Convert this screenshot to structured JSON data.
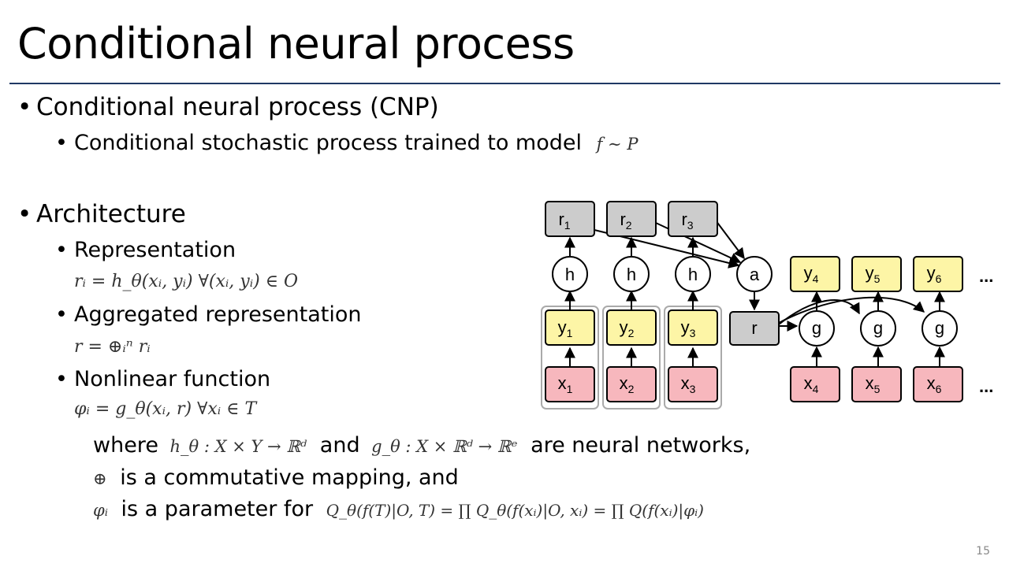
{
  "slide": {
    "title": "Conditional neural process",
    "page_number": "15"
  },
  "bullets": {
    "cnp": "Conditional neural process (CNP)",
    "cnp_sub": "Conditional stochastic process trained to model",
    "cnp_sub_math": "f ∼ P",
    "architecture": "Architecture",
    "representation": "Representation",
    "representation_math": "rᵢ = h_θ(xᵢ, yᵢ)   ∀(xᵢ, yᵢ) ∈ O",
    "aggregated": "Aggregated representation",
    "aggregated_math": "r = ⊕ᵢⁿ rᵢ",
    "nonlinear": "Nonlinear function",
    "nonlinear_math": "φᵢ = g_θ(xᵢ, r)   ∀xᵢ ∈ T"
  },
  "notes": {
    "where": "where",
    "h_def": "h_θ : X × Y → ℝᵈ",
    "and": "and",
    "g_def": "g_θ : X × ℝᵈ → ℝᵉ",
    "are_nn": "are neural networks,",
    "oplus": "⊕",
    "commutative": "is a commutative mapping, and",
    "phi": "φᵢ",
    "param_for": "is a parameter for",
    "q_formula": "Q_θ(f(T)|O, T) = ∏ Q_θ(f(xᵢ)|O, xᵢ) = ∏ Q(f(xᵢ)|φᵢ)"
  },
  "diagram": {
    "colors": {
      "gray": "#cccccc",
      "yellow": "#fdf5a6",
      "pink": "#f7b7bd",
      "group": "#aaaaaa"
    },
    "r_nodes": [
      {
        "base": "r",
        "sub": "1"
      },
      {
        "base": "r",
        "sub": "2"
      },
      {
        "base": "r",
        "sub": "3"
      }
    ],
    "h_label": "h",
    "a_label": "a",
    "r_label": "r",
    "g_label": "g",
    "y_context": [
      {
        "base": "y",
        "sub": "1"
      },
      {
        "base": "y",
        "sub": "2"
      },
      {
        "base": "y",
        "sub": "3"
      }
    ],
    "x_context": [
      {
        "base": "x",
        "sub": "1"
      },
      {
        "base": "x",
        "sub": "2"
      },
      {
        "base": "x",
        "sub": "3"
      }
    ],
    "y_target": [
      {
        "base": "y",
        "sub": "4"
      },
      {
        "base": "y",
        "sub": "5"
      },
      {
        "base": "y",
        "sub": "6"
      }
    ],
    "x_target": [
      {
        "base": "x",
        "sub": "4"
      },
      {
        "base": "x",
        "sub": "5"
      },
      {
        "base": "x",
        "sub": "6"
      }
    ],
    "ellipsis": "..."
  }
}
